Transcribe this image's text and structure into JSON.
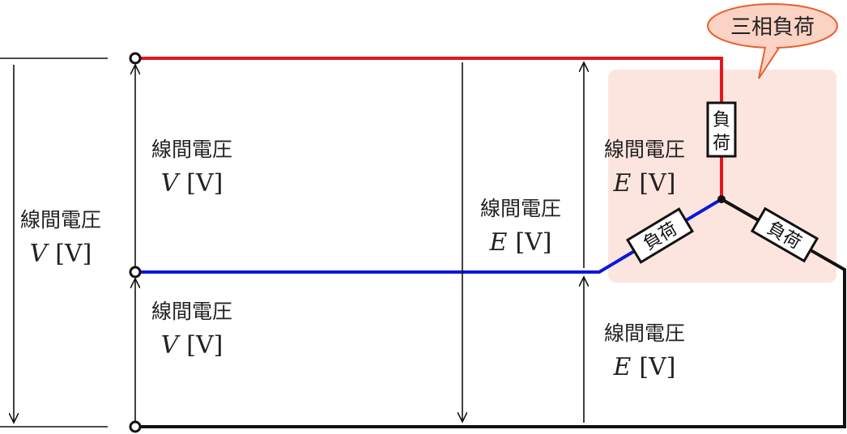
{
  "labels": {
    "outer": {
      "title": "線間電圧",
      "symbol": "V",
      "unit": "[V]"
    },
    "top_left": {
      "title": "線間電圧",
      "symbol": "V",
      "unit": "[V]"
    },
    "bottom_left": {
      "title": "線間電圧",
      "symbol": "V",
      "unit": "[V]"
    },
    "middle": {
      "title": "線間電圧",
      "symbol": "E",
      "unit": "[V]"
    },
    "right_upper": {
      "title": "線間電圧",
      "symbol": "E",
      "unit": "[V]"
    },
    "right_lower": {
      "title": "線間電圧",
      "symbol": "E",
      "unit": "[V]"
    }
  },
  "load": {
    "label": "負荷",
    "char_top": "負",
    "char_bottom": "荷"
  },
  "bubble": {
    "text": "三相負荷"
  },
  "colors": {
    "phase_r": "#e8141b",
    "phase_s": "#0a18d8",
    "phase_t": "#111111",
    "load_area": "#fde5df",
    "bubble_fill": "#fbd3c4",
    "bubble_stroke": "#e8602d"
  }
}
